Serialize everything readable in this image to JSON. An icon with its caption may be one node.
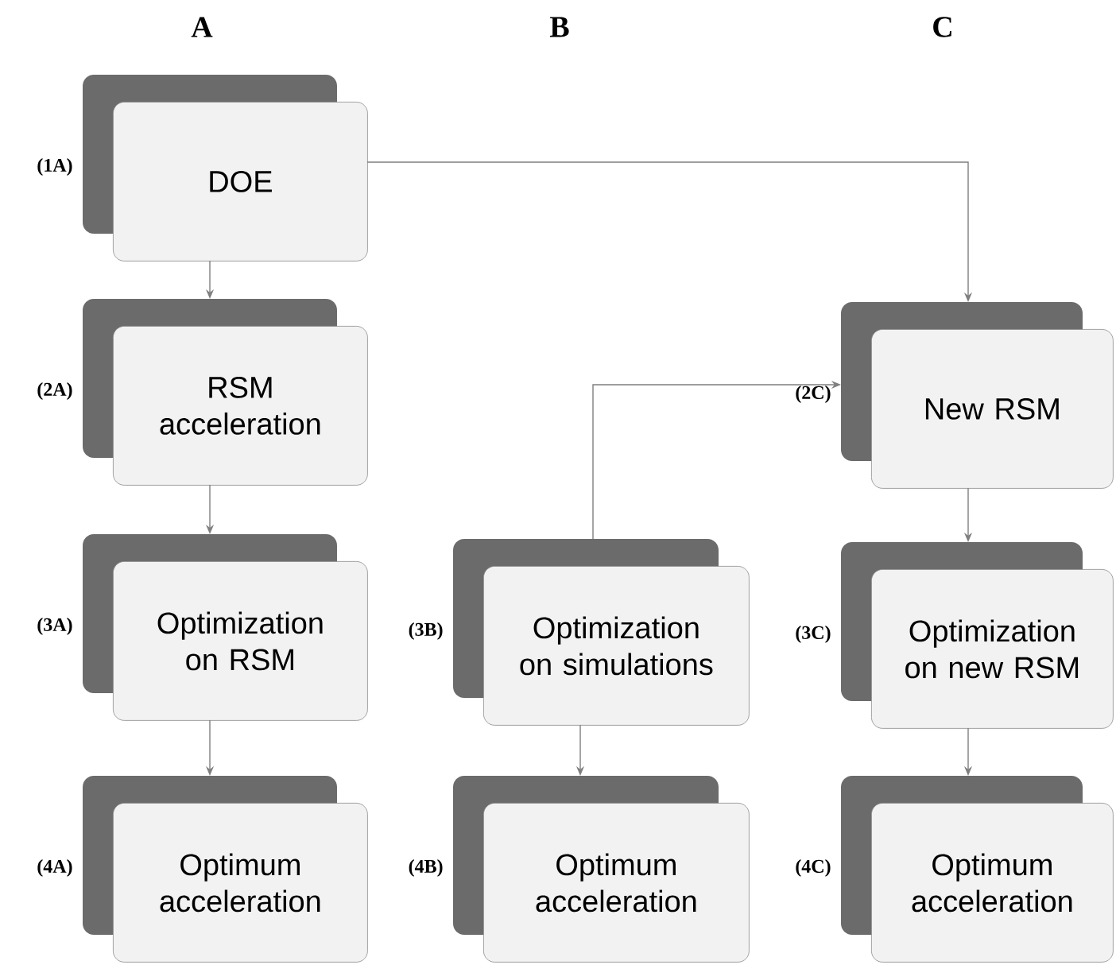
{
  "diagram": {
    "nodes": [
      {
        "text": [
          "DOE"
        ],
        "beside": [
          "(1A)"
        ]
      },
      {
        "text": [
          "RSM acceleration"
        ],
        "beside": [
          "(2A)"
        ]
      },
      {
        "text": [
          "New RSM"
        ],
        "beside": [
          "(2C)"
        ]
      },
      {
        "text": [
          "Optimization on RSM"
        ],
        "beside": [
          "(3A)"
        ]
      },
      {
        "text": [
          "Optimization on simulations"
        ],
        "beside": [
          "(3B)"
        ]
      },
      {
        "text": [
          "Optimization on new RSM"
        ],
        "beside": [
          "(3C)"
        ]
      },
      {
        "text": [
          "Optimum acceleration"
        ],
        "beside": [
          "(4A)"
        ]
      },
      {
        "text": [
          "Optimum acceleration"
        ],
        "beside": [
          "(4B)"
        ]
      },
      {
        "text": [
          "Optimum acceleration"
        ],
        "beside": [
          "(4C)"
        ]
      }
    ],
    "edges": [
      {
        "from": 0,
        "to": 1,
        "arrow": "to"
      },
      {
        "from": 0,
        "to": 2,
        "arrow": "to"
      },
      {
        "from": 1,
        "to": 3,
        "arrow": "to"
      },
      {
        "from": 4,
        "to": 2,
        "arrow": "to"
      },
      {
        "from": 2,
        "to": 5,
        "arrow": "to"
      },
      {
        "from": 3,
        "to": 6,
        "arrow": "to"
      },
      {
        "from": 4,
        "to": 7,
        "arrow": "to"
      },
      {
        "from": 5,
        "to": 8,
        "arrow": "to"
      }
    ],
    "labels": [
      "A",
      "B",
      "C"
    ]
  }
}
